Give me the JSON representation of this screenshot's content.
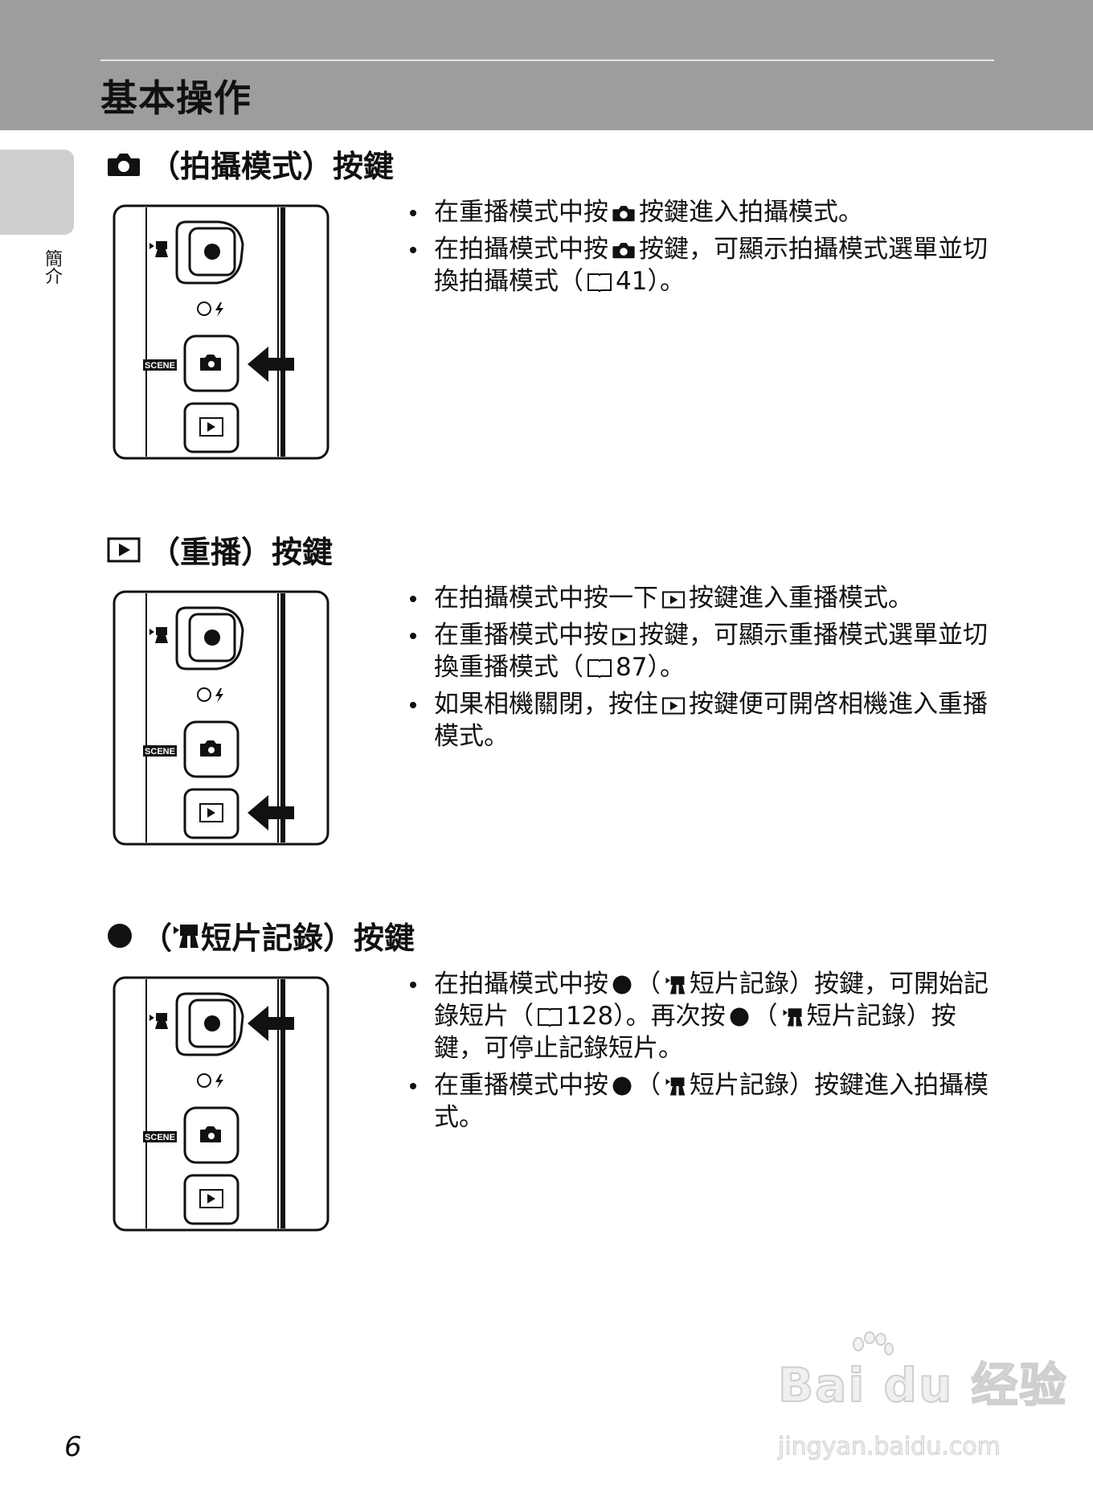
{
  "header": {
    "title": "基本操作"
  },
  "side_tab": {
    "label": "簡介"
  },
  "sections": [
    {
      "title": "（拍攝模式）按鍵",
      "icon": "camera-icon",
      "bullets": [
        {
          "before": "在重播模式中按",
          "after": "按鍵進入拍攝模式。"
        },
        {
          "before": "在拍攝模式中按",
          "after": "按鍵，可顯示拍攝模式選單並切換拍攝模式（",
          "ref": "41",
          "end": "）。"
        }
      ],
      "pressed_button": "camera"
    },
    {
      "title": "（重播）按鍵",
      "icon": "playback-icon",
      "bullets": [
        {
          "before": "在拍攝模式中按一下",
          "after": "按鍵進入重播模式。"
        },
        {
          "before": "在重播模式中按",
          "after": "按鍵，可顯示重播模式選單並切換重播模式（",
          "ref": "87",
          "end": "）。"
        },
        {
          "before": "如果相機關閉，按住",
          "after": "按鍵便可開啓相機進入重播模式。"
        }
      ],
      "pressed_button": "playback"
    },
    {
      "title_open": "（",
      "title_rest": "短片記錄）按鍵",
      "icon": "record-icon",
      "bullets": [
        {
          "before": "在拍攝模式中按",
          "mid": "（",
          "mid2": "短片記錄）按鍵，可開始記錄短片（",
          "ref": "128",
          "mid3": "）。再次按",
          "mid4": "（",
          "after": "短片記錄）按鍵，可停止記錄短片。"
        },
        {
          "before": "在重播模式中按",
          "mid": "（",
          "after": "短片記錄）按鍵進入拍攝模式。"
        }
      ],
      "pressed_button": "record"
    }
  ],
  "illustration": {
    "scene_label": "SCENE"
  },
  "page_number": "6",
  "watermark": {
    "logo": "Bai du 经验",
    "url": "jingyan.baidu.com"
  }
}
